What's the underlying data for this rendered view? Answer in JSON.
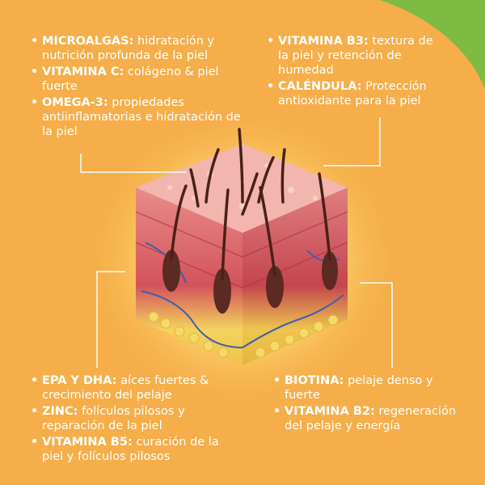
{
  "colors": {
    "background": "#f5ae49",
    "accent_green": "#7dbb42",
    "text": "#ffffff"
  },
  "top_left": [
    {
      "title": "MICROALGAS:",
      "text": " hidratación y nutrición profunda de la piel"
    },
    {
      "title": "VITAMINA C:",
      "text": " colágeno & piel fuerte"
    },
    {
      "title": "OMEGA-3:",
      "text": " propiedades antiinflamatorias e hidratación de la piel"
    }
  ],
  "top_right": [
    {
      "title": "VITAMINA B3:",
      "text": " textura de la piel y retención de humedad"
    },
    {
      "title": "CALÉNDULA:",
      "text": " Protección antioxidante para la piel"
    }
  ],
  "bottom_left": [
    {
      "title": "EPA Y DHA:",
      "text": " aíces fuertes & crecimiento del pelaje"
    },
    {
      "title": "ZINC:",
      "text": " folículos pilosos y reparación de la piel"
    },
    {
      "title": "VITAMINA B5:",
      "text": " curación de la piel y folículos pilosos"
    }
  ],
  "bottom_right": [
    {
      "title": "BIOTINA:",
      "text": " pelaje denso y fuerte"
    },
    {
      "title": "VITAMINA B2:",
      "text": " regeneración del pelaje y energía"
    }
  ],
  "illustration": {
    "name": "skin-cross-section-cube"
  }
}
